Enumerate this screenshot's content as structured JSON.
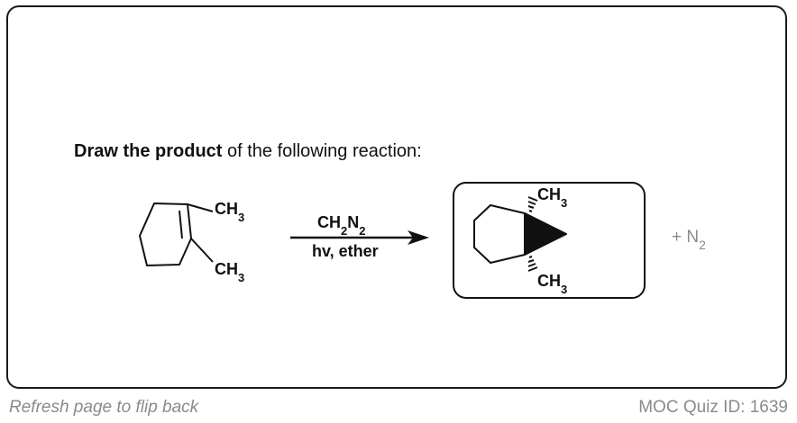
{
  "quiz": {
    "prompt_bold": "Draw the product",
    "prompt_rest": " of the following reaction:"
  },
  "reactant": {
    "substituent_top": "CH3",
    "substituent_bottom": "CH3"
  },
  "reagents": {
    "line1": "CH2N2",
    "line2": "hv, ether"
  },
  "product": {
    "substituent_top": "CH3",
    "substituent_bottom": "CH3"
  },
  "byproduct": {
    "label": "+ N2"
  },
  "footer": {
    "left_text": "Refresh page to flip back",
    "right_text": "MOC Quiz ID: 1639"
  },
  "colors": {
    "border": "#1a1a1a",
    "footer_text": "#8a8a8a",
    "ink": "#111111"
  }
}
